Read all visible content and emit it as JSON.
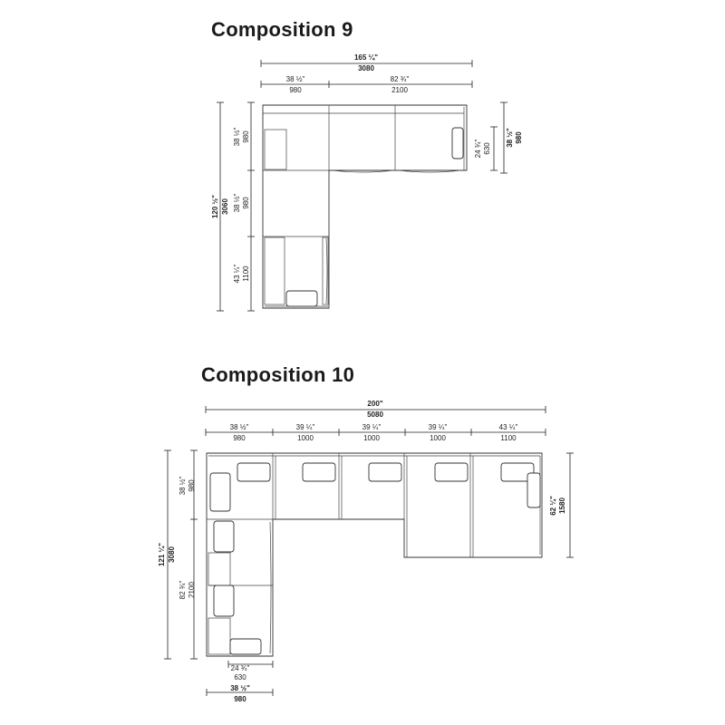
{
  "titles": {
    "c9": "Composition 9",
    "c10": "Composition 10"
  },
  "c9": {
    "top_total_in": "165 ¼\"",
    "top_total_mm": "3080",
    "top_seg1_in": "38 ½\"",
    "top_seg1_mm": "980",
    "top_seg2_in": "82 ¾\"",
    "top_seg2_mm": "2100",
    "left_total_in": "120 ½\"",
    "left_total_mm": "3060",
    "left_seg1_in": "38 ½\"",
    "left_seg1_mm": "980",
    "left_seg2_in": "38 ½\"",
    "left_seg2_mm": "980",
    "left_seg3_in": "43 ¼\"",
    "left_seg3_mm": "1100",
    "right_inner_in": "24 ¾\"",
    "right_inner_mm": "630",
    "right_outer_in": "38 ½\"",
    "right_outer_mm": "980"
  },
  "c10": {
    "top_total_in": "200\"",
    "top_total_mm": "5080",
    "seg1_in": "38 ½\"",
    "seg1_mm": "980",
    "seg2_in": "39 ¼\"",
    "seg2_mm": "1000",
    "seg3_in": "39 ¼\"",
    "seg3_mm": "1000",
    "seg4_in": "39 ¼\"",
    "seg4_mm": "1000",
    "seg5_in": "43 ¼\"",
    "seg5_mm": "1100",
    "left_total_in": "121 ¼\"",
    "left_total_mm": "3080",
    "left_seg1_in": "38 ½\"",
    "left_seg1_mm": "980",
    "left_seg2_in": "82 ¾\"",
    "left_seg2_mm": "2100",
    "right_in": "62 ¼\"",
    "right_mm": "1580",
    "bottom_inner_in": "24 ¾\"",
    "bottom_inner_mm": "630",
    "bottom_outer_in": "38 ½\"",
    "bottom_outer_mm": "980"
  }
}
